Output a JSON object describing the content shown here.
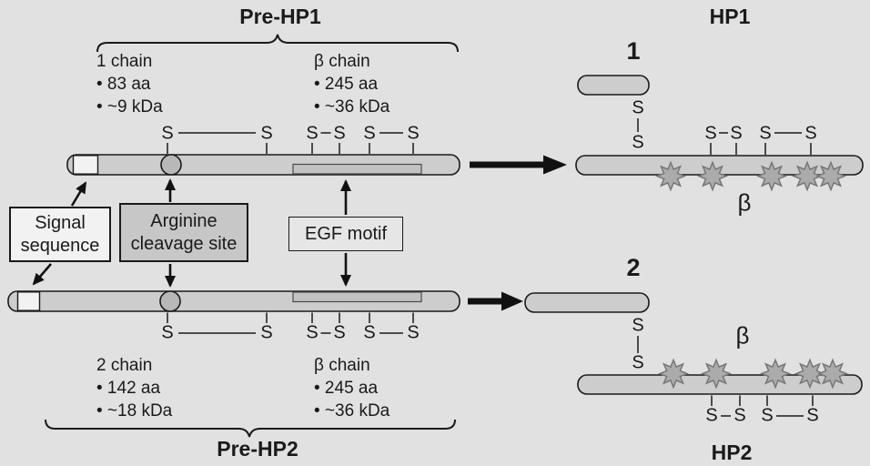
{
  "figure_title": "Haptoglobin precursor processing diagram",
  "colors": {
    "background": "#e1e1e1",
    "bar_fill": "#cdcdcd",
    "bar_border": "#1a1a1a",
    "signal_segment_fill": "#f2f2f2",
    "cleavage_circle_fill": "#b8b8b8",
    "egf_region_fill": "#c2c2c2",
    "star_fill": "#ababab",
    "arrow_color": "#111111"
  },
  "sym": {
    "s": "S",
    "beta": "β"
  },
  "titles": {
    "pre_hp1": "Pre-HP1",
    "hp1": "HP1",
    "pre_hp2": "Pre-HP2",
    "hp2": "HP2",
    "alpha1": "1",
    "alpha2": "2"
  },
  "blocks": {
    "prehp1_alpha": [
      "1 chain",
      "• 83 aa",
      "• ~9 kDa"
    ],
    "prehp1_beta": [
      "β chain",
      "• 245 aa",
      "• ~36 kDa"
    ],
    "prehp2_alpha": [
      "2 chain",
      "• 142 aa",
      "• ~18 kDa"
    ],
    "prehp2_beta": [
      "β chain",
      "• 245 aa",
      "• ~36 kDa"
    ]
  },
  "callouts": {
    "signal": [
      "Signal",
      "sequence"
    ],
    "arginine": [
      "Arginine",
      "cleavage site"
    ],
    "egf": "EGF motif"
  }
}
